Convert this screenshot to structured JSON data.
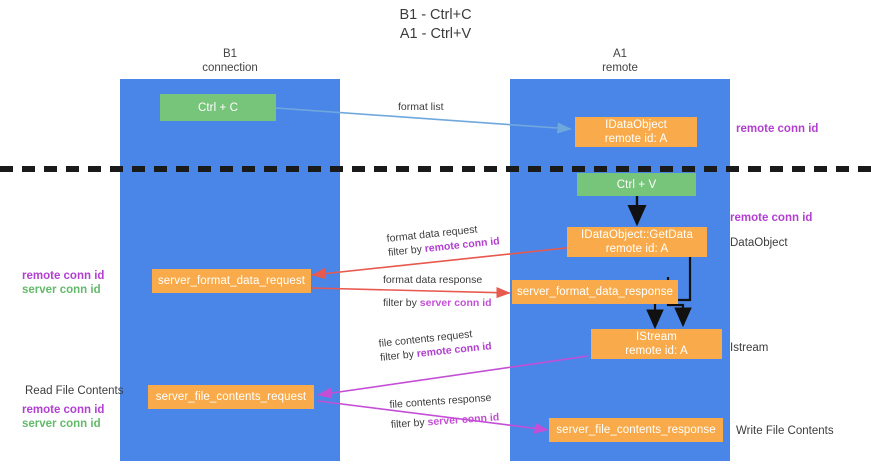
{
  "title": {
    "line1": "B1 - Ctrl+C",
    "line2": "A1 - Ctrl+V"
  },
  "colors": {
    "lane": "#4a86e8",
    "node_orange": "#f9ab4b",
    "node_green": "#77c47b",
    "remote_conn_id": "#b23fd1",
    "server_conn_id": "#63ba6a",
    "arrow_blue": "#6fa8dc",
    "arrow_red": "#e8594f",
    "arrow_magenta": "#c44fd6",
    "arrow_black": "#000000",
    "background": "#ffffff"
  },
  "lanes": [
    {
      "id": "b1",
      "title": "B1",
      "subtitle": "connection"
    },
    {
      "id": "a1",
      "title": "A1",
      "subtitle": "remote"
    }
  ],
  "nodes": [
    {
      "id": "ctrl-c",
      "lane": "b1",
      "style": "green",
      "line1": "Ctrl + C",
      "line2": ""
    },
    {
      "id": "idataobject",
      "lane": "a1",
      "style": "orange",
      "line1": "IDataObject",
      "line2": "remote id: A"
    },
    {
      "id": "ctrl-v",
      "lane": "a1",
      "style": "green",
      "line1": "Ctrl + V",
      "line2": ""
    },
    {
      "id": "getdata",
      "lane": "a1",
      "style": "orange",
      "line1": "IDataObject::GetData",
      "line2": "remote id: A"
    },
    {
      "id": "fmt-request",
      "lane": "b1",
      "style": "orange",
      "line1": "server_format_data_request",
      "line2": ""
    },
    {
      "id": "fmt-response",
      "lane": "a1",
      "style": "orange",
      "line1": "server_format_data_response",
      "line2": ""
    },
    {
      "id": "istream",
      "lane": "a1",
      "style": "orange",
      "line1": "IStream",
      "line2": "remote id: A"
    },
    {
      "id": "file-request",
      "lane": "b1",
      "style": "orange",
      "line1": "server_file_contents_request",
      "line2": ""
    },
    {
      "id": "file-response",
      "lane": "a1",
      "style": "orange",
      "line1": "server_file_contents_response",
      "line2": ""
    }
  ],
  "edges": [
    {
      "id": "format-list",
      "label": "format list",
      "filter_prefix": "",
      "filter_key": ""
    },
    {
      "id": "format-data-req",
      "label": "format data request",
      "filter_prefix": "filter by ",
      "filter_key": "remote conn id"
    },
    {
      "id": "format-data-res",
      "label": "format data response",
      "filter_prefix": "filter by ",
      "filter_key": "server conn id"
    },
    {
      "id": "file-contents-req",
      "label": "file contents request",
      "filter_prefix": "filter by ",
      "filter_key": "remote conn id"
    },
    {
      "id": "file-contents-res",
      "label": "file contents response",
      "filter_prefix": "filter by ",
      "filter_key": "server conn id"
    }
  ],
  "annotations": {
    "right_top_remote": "remote conn id",
    "right_mid_remote": "remote conn id",
    "right_dataobject": "DataObject",
    "right_istream": "Istream",
    "right_write_file": "Write File Contents",
    "left_remote": "remote conn id",
    "left_server": "server conn id",
    "left_read_file": "Read File Contents",
    "left_bottom_remote": "remote conn id",
    "left_bottom_server": "server conn id"
  }
}
